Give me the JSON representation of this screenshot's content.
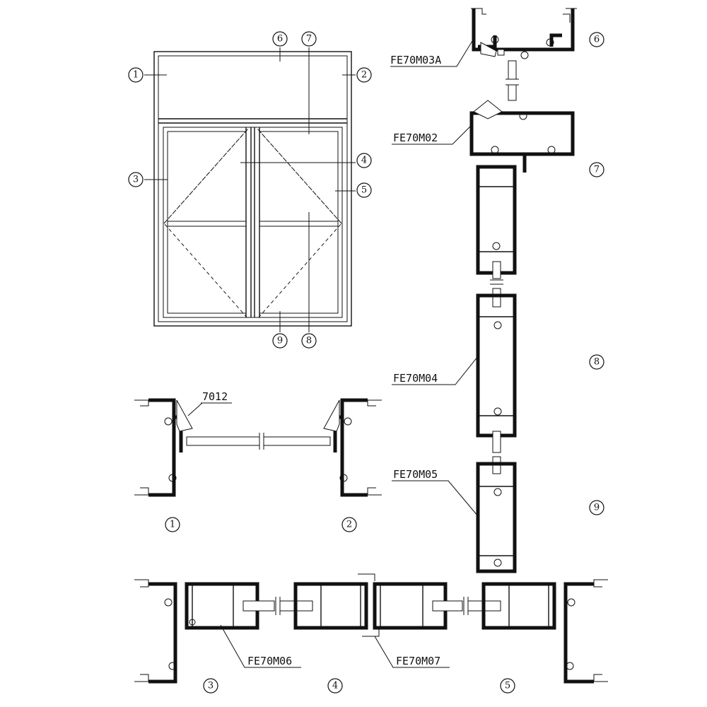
{
  "window_callouts": [
    "1",
    "2",
    "3",
    "4",
    "5",
    "6",
    "7",
    "8",
    "9"
  ],
  "vertical_section_callouts": [
    "6",
    "7",
    "8",
    "9"
  ],
  "horizontal_section_callouts": [
    "1",
    "2",
    "3",
    "4",
    "5"
  ],
  "profile_labels": {
    "m03a": "FE70M03A",
    "m02": "FE70M02",
    "m04": "FE70M04",
    "m05": "FE70M05",
    "m06": "FE70M06",
    "m07": "FE70M07",
    "seal": "7012"
  }
}
